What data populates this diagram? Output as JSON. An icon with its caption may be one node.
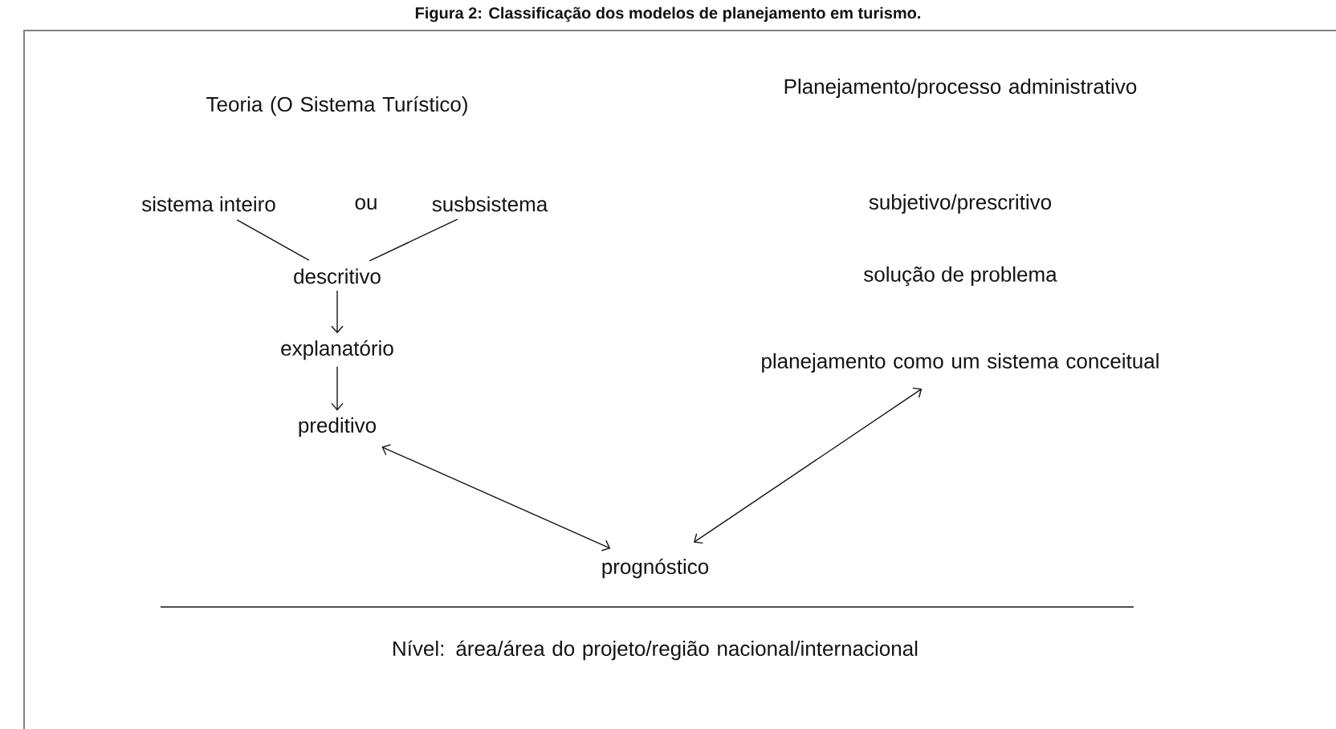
{
  "diagram": {
    "title": "Figura 2: Classificação dos modelos de planejamento em turismo.",
    "nodes": [
      {
        "text": [
          "sistema inteiro"
        ]
      },
      {
        "text": [
          "susbsistema"
        ]
      },
      {
        "text": [
          "descritivo"
        ]
      },
      {
        "text": [
          "explanatório"
        ]
      },
      {
        "text": [
          "preditivo"
        ]
      },
      {
        "text": [
          "planejamento como um sistema conceitual"
        ]
      },
      {
        "text": [
          "prognóstico"
        ]
      }
    ],
    "edges": [
      {
        "from": 0,
        "to": 2,
        "arrow": "none"
      },
      {
        "from": 1,
        "to": 2,
        "arrow": "none"
      },
      {
        "from": 2,
        "to": 3,
        "arrow": "to"
      },
      {
        "from": 3,
        "to": 4,
        "arrow": "to"
      },
      {
        "from": 4,
        "to": 6,
        "arrow": "both"
      },
      {
        "from": 5,
        "to": 6,
        "arrow": "both"
      }
    ],
    "labels": [
      "Teoria (O Sistema Turístico)",
      "Planejamento/processo administrativo",
      "ou",
      "subjetivo/prescritivo",
      "solução de problema",
      "Nível: área/área do projeto/região nacional/internacional"
    ]
  }
}
